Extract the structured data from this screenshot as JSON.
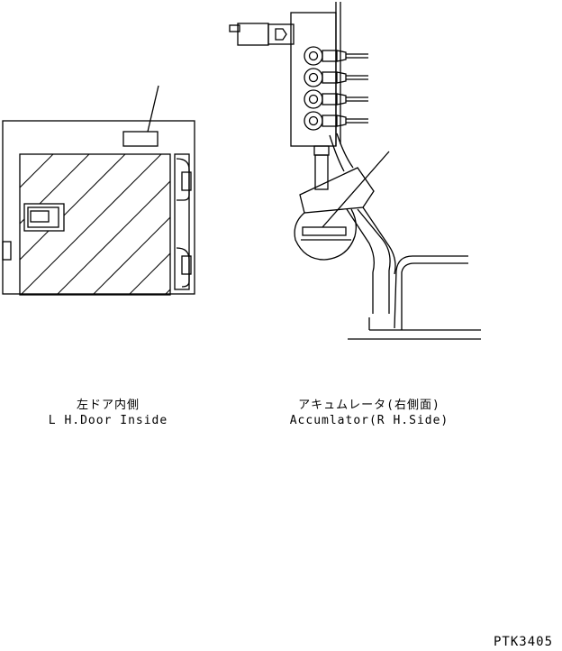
{
  "captions": {
    "left_jp": "左ドア内側",
    "left_en": "L H.Door Inside",
    "right_jp": "アキュムレータ(右側面)",
    "right_en": "Accumlator(R H.Side)"
  },
  "reference_code": "PTK3405",
  "colors": {
    "line": "#000000",
    "background": "#ffffff"
  }
}
